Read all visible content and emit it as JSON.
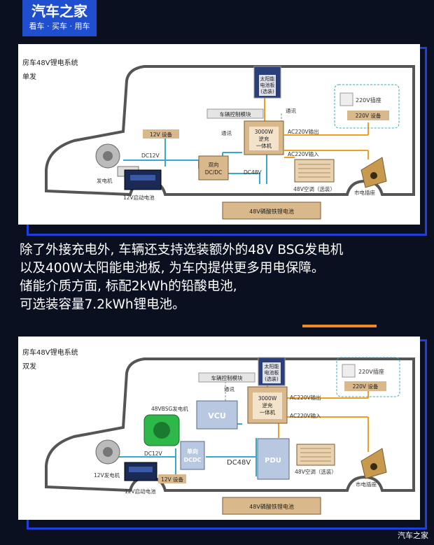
{
  "logo": {
    "title": "汽车之家",
    "tagline": "看车 · 买车 · 用车"
  },
  "diagram1": {
    "title": "房车48V锂电系统",
    "subtitle": "单发",
    "labels": {
      "solar": [
        "太阳能",
        "电池板",
        "(选装)"
      ],
      "control_module": "车辆控制模块",
      "comm1": "通讯",
      "comm2": "通讯",
      "inverter": [
        "3000W",
        "逆充",
        "一体机"
      ],
      "ac_out": "AC220V输出",
      "ac_in": "AC220V输入",
      "socket220": "220V插座",
      "dev220": "220V 设备",
      "dev12": "12V 设备",
      "dc12": "DC12V",
      "dc48": "DC48V",
      "dcdc": [
        "双向",
        "DC/DC"
      ],
      "generator": "发电机",
      "start_battery": "12V启动电池",
      "aircon": "48V空调（选装）",
      "city_socket": "市电插座",
      "battery48": "48V磷酸铁锂电池"
    }
  },
  "body_text": [
    "除了外接充电外, 车辆还支持选装额外的48V BSG发电机",
    "以及400W太阳能电池板, 为车内提供更多用电保障。",
    "储能介质方面, 标配2kWh的铅酸电池,",
    "可选装容量7.2kWh锂电池。"
  ],
  "diagram2": {
    "title": "房车48V锂电系统",
    "subtitle": "双发",
    "labels": {
      "solar": [
        "太阳能",
        "电池板",
        "(选装)"
      ],
      "control_module": "车辆控制模块",
      "comm": "通讯",
      "inverter": [
        "3000W",
        "逆充",
        "一体机"
      ],
      "ac_out": "AC220V输出",
      "ac_in": "AC220V输入",
      "socket220": "220V插座",
      "dev220": "220V 设备",
      "bsg": "48VBSG发电机",
      "vcu": "VCU",
      "dc12": "DC12V",
      "dcdc": [
        "单向",
        "DCDC"
      ],
      "dc48": "DC48V",
      "pdu": "PDU",
      "gen12": "12V发电机",
      "dev12": "12V 设备",
      "start_battery": "12V启动电池",
      "aircon": "48V空调（选装）",
      "city_socket": "市电插座",
      "battery48": "48V磷酸铁锂电池"
    }
  },
  "watermark": "汽车之家",
  "colors": {
    "frame": "#1f3fd8",
    "wire_teal": "#3aa8c8",
    "wire_orange": "#f0a020",
    "accent": "#f08a24",
    "box_tan": "#d9b98c"
  }
}
